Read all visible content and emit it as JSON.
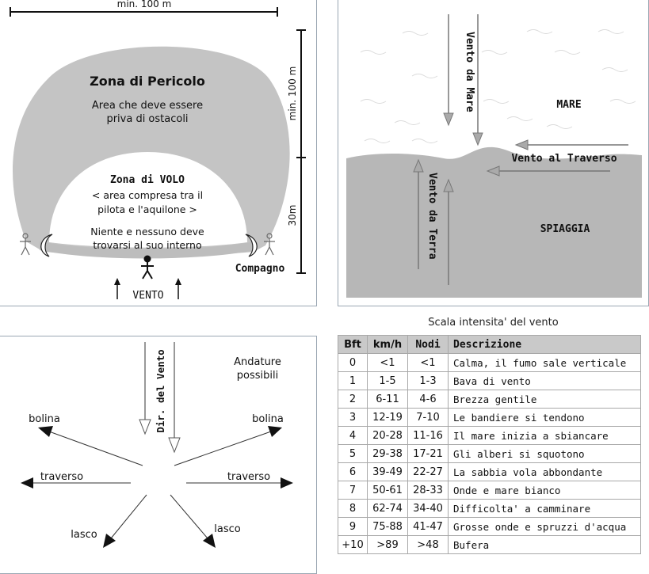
{
  "zone_panel": {
    "width_label": "min. 100 m",
    "danger_title": "Zona di Pericolo",
    "danger_line1": "Area che deve essere",
    "danger_line2": "priva di ostacoli",
    "height_label": "min. 100 m",
    "fly_title": "Zona di VOLO",
    "fly_line1": "< area compresa tra il",
    "fly_line2": "pilota e l'aquilone >",
    "fly_line3": "Niente e nessuno deve",
    "fly_line4": "trovarsi al suo interno",
    "distance_label": "30m",
    "companion_label": "Compagno",
    "wind_label": "VENTO"
  },
  "sea_panel": {
    "sea_wind": "Vento da Mare",
    "sea_label": "MARE",
    "cross_wind": "Vento al Traverso",
    "land_wind": "Vento da Terra",
    "beach_label": "SPIAGGIA"
  },
  "sail_panel": {
    "wind_dir": "Dir. del Vento",
    "title_line1": "Andature",
    "title_line2": "possibili",
    "bolina_left": "bolina",
    "bolina_right": "bolina",
    "traverso_left": "traverso",
    "traverso_right": "traverso",
    "lasco_left": "lasco",
    "lasco_right": "lasco"
  },
  "wind_table": {
    "title": "Scala intensita' del vento",
    "headers": [
      "Bft",
      "km/h",
      "Nodi",
      "Descrizione"
    ],
    "rows": [
      [
        "0",
        "<1",
        "<1",
        "Calma, il fumo sale verticale"
      ],
      [
        "1",
        "1-5",
        "1-3",
        "Bava di vento"
      ],
      [
        "2",
        "6-11",
        "4-6",
        "Brezza gentile"
      ],
      [
        "3",
        "12-19",
        "7-10",
        "Le bandiere si tendono"
      ],
      [
        "4",
        "20-28",
        "11-16",
        "Il mare inizia a sbiancare"
      ],
      [
        "5",
        "29-38",
        "17-21",
        "Gli alberi si squotono"
      ],
      [
        "6",
        "39-49",
        "22-27",
        "La sabbia vola abbondante"
      ],
      [
        "7",
        "50-61",
        "28-33",
        "Onde e mare bianco"
      ],
      [
        "8",
        "62-74",
        "34-40",
        "Difficolta' a camminare"
      ],
      [
        "9",
        "75-88",
        "41-47",
        "Grosse onde e spruzzi d'acqua"
      ],
      [
        "+10",
        ">89",
        ">48",
        "Bufera"
      ]
    ]
  },
  "colors": {
    "zone_gray": "#c4c4c4",
    "beach_gray": "#b7b7b7",
    "panel_border": "#9aa7b3"
  }
}
